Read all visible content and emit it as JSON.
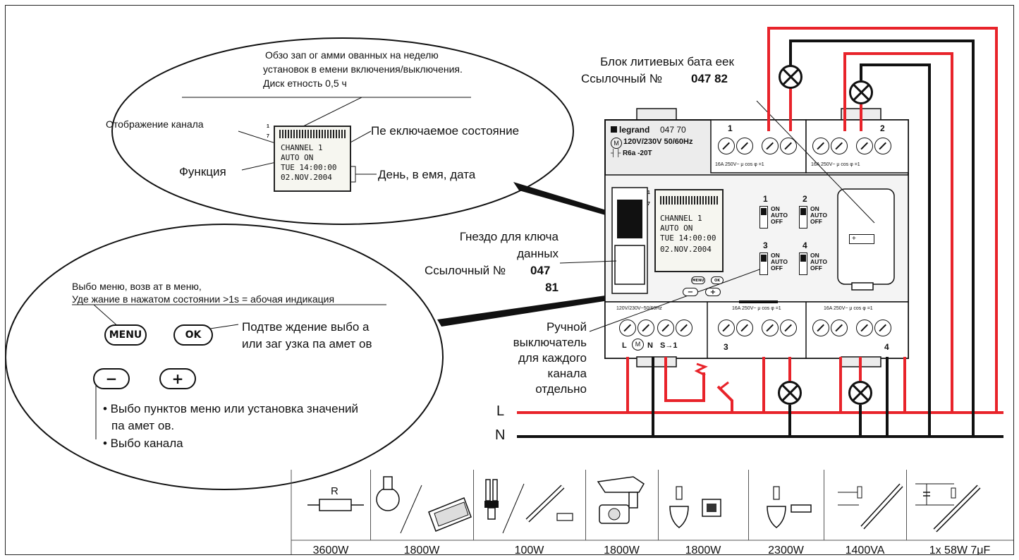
{
  "callouts": {
    "overview_line1": "Обзо  зап ог амми ованных на неделю",
    "overview_line2": "установок в  емени включения/выключения.",
    "overview_line3": "Диск етность 0,5 ч",
    "channel_display": "Отображение канала",
    "switch_state": "Пе  еключаемое состояние",
    "function": "Функция",
    "day_time_date": "День, в  емя, дата",
    "battery_line1": "Блок литиевых бата  еек",
    "battery_ref_prefix": "Ссылочный №",
    "battery_ref_number": "047 82",
    "key_socket_line1": "Гнездо для ключа",
    "key_socket_line2": "данных",
    "key_socket_ref_prefix": "Ссылочный №",
    "key_socket_ref_number": "047",
    "key_socket_ref_number2": "81",
    "menu_line1": "Выбо  меню, возв ат в меню,",
    "menu_line2": "Уде жание в нажатом состоянии >1s =  абочая индикация",
    "ok_line1": "Подтве ждение выбо а",
    "ok_line2": "или заг узка па амет ов",
    "bullet1_line1": "• Выбо  пунктов меню или установка значений",
    "bullet1_line2": "па амет ов.",
    "bullet2": "• Выбо  канала",
    "manual_line1": "Ручной",
    "manual_line2": "выключатель",
    "manual_line3": "для каждого",
    "manual_line4": "канала",
    "manual_line5": "отдельно",
    "line_L": "L",
    "line_N": "N"
  },
  "lcd": {
    "row1": "CHANNEL 1",
    "row2": "AUTO  ON",
    "row3": "TUE  14:00:00",
    "row4": "02.NOV.2004",
    "scale_1": "1",
    "scale_7": "7"
  },
  "keys": {
    "menu": "MENU",
    "ok": "OK",
    "minus": "−",
    "plus": "+"
  },
  "device": {
    "brand": "legrand",
    "model": "047 70",
    "motor_symbol": "M",
    "voltage": "120V/230V 50/60Hz",
    "relay": "┤├ R6a  -20T",
    "rating_top_left": "16A 250V~ μ cos φ =1",
    "rating_top_right": "16A 250V~ μ cos φ =1",
    "supply_label": "120V/230V~50/60Hz",
    "rating_bottom_mid": "16A 250V~ μ cos φ =1",
    "rating_bottom_right": "16A 250V~ μ cos φ =1",
    "ch1": "1",
    "ch2": "2",
    "ch3": "3",
    "ch4": "4",
    "sw_on": "ON",
    "sw_auto": "AUTO",
    "sw_off": "OFF",
    "term_L": "L",
    "term_N": "N",
    "term_S1": "S→1",
    "battery_symbol": "+"
  },
  "loads": {
    "resistor_label": "R",
    "watts": [
      "3600W",
      "1800W",
      "100W",
      "1800W",
      "1800W",
      "2300W",
      "1400VA",
      "1x 58W  7μF"
    ]
  },
  "colors": {
    "live": "#e8232a",
    "neutral": "#111111",
    "panel": "#ececec"
  }
}
